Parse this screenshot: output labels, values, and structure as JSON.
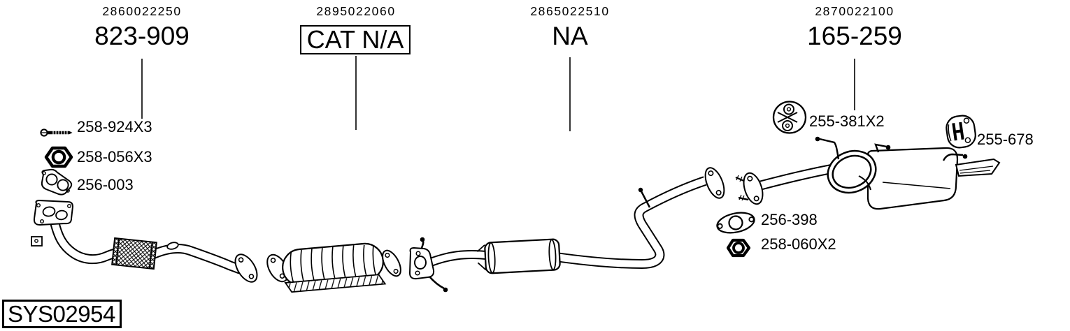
{
  "diagram_id": "SYS02954",
  "colors": {
    "ink": "#000000",
    "paper": "#ffffff"
  },
  "sections": [
    {
      "catalog_number": "2860022250",
      "part_code": "823-909",
      "boxed": false,
      "component": "front-pipe"
    },
    {
      "catalog_number": "2895022060",
      "part_code": "CAT N/A",
      "boxed": true,
      "component": "catalytic-converter"
    },
    {
      "catalog_number": "2865022510",
      "part_code": "NA",
      "boxed": false,
      "component": "middle-silencer"
    },
    {
      "catalog_number": "2870022100",
      "part_code": "165-259",
      "boxed": false,
      "component": "rear-muffler"
    }
  ],
  "hardware_left": [
    {
      "icon": "bolt-icon",
      "label": "258-924X3"
    },
    {
      "icon": "nut-icon",
      "label": "258-056X3"
    },
    {
      "icon": "gasket-icon",
      "label": "256-003"
    }
  ],
  "hardware_right": [
    {
      "icon": "rubber-mount-icon",
      "label": "255-381X2"
    },
    {
      "icon": "hanger-icon",
      "label": "255-678"
    },
    {
      "icon": "oval-gasket-icon",
      "label": "256-398"
    },
    {
      "icon": "nut-icon",
      "label": "258-060X2"
    }
  ]
}
